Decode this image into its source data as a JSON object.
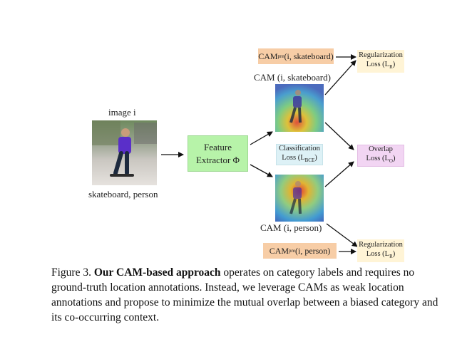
{
  "figure": {
    "input_label": "image i",
    "input_tags": "skateboard, person",
    "feature_extractor": {
      "line1": "Feature",
      "line2": "Extractor Φ"
    },
    "cam_top_label": "CAM (i, skateboard)",
    "cam_bottom_label": "CAM (i, person)",
    "cam_pre_top": {
      "main": "CAM",
      "sub": "pre",
      "args": "(i, skateboard)"
    },
    "cam_pre_bottom": {
      "main": "CAM",
      "sub": "pre",
      "args": "(i, person)"
    },
    "reg_loss_top": {
      "line1": "Regularization",
      "line2": "Loss (L",
      "sub": "R",
      "close": ")"
    },
    "reg_loss_bottom": {
      "line1": "Regularization",
      "line2": "Loss (L",
      "sub": "R",
      "close": ")"
    },
    "cls_loss": {
      "line1": "Classification",
      "line2": "Loss (L",
      "sub": "BCE",
      "close": ")"
    },
    "overlap_loss": {
      "line1": "Overlap",
      "line2": "Loss (L",
      "sub": "O",
      "close": ")"
    }
  },
  "caption": {
    "prefix": "Figure 3. ",
    "bold": "Our CAM-based approach",
    "rest": " operates on category labels and requires no ground-truth location annotations. Instead, we leverage CAMs as weak location annotations and propose to minimize the mutual overlap between a biased category and its co-occurring context."
  },
  "colors": {
    "feature_box": "#b7f3a9",
    "regularization_box": "#fff4d6",
    "classification_box": "#ddf1f6",
    "overlap_box": "#f2d5f3",
    "cam_pre_box": "#f7cda6"
  }
}
